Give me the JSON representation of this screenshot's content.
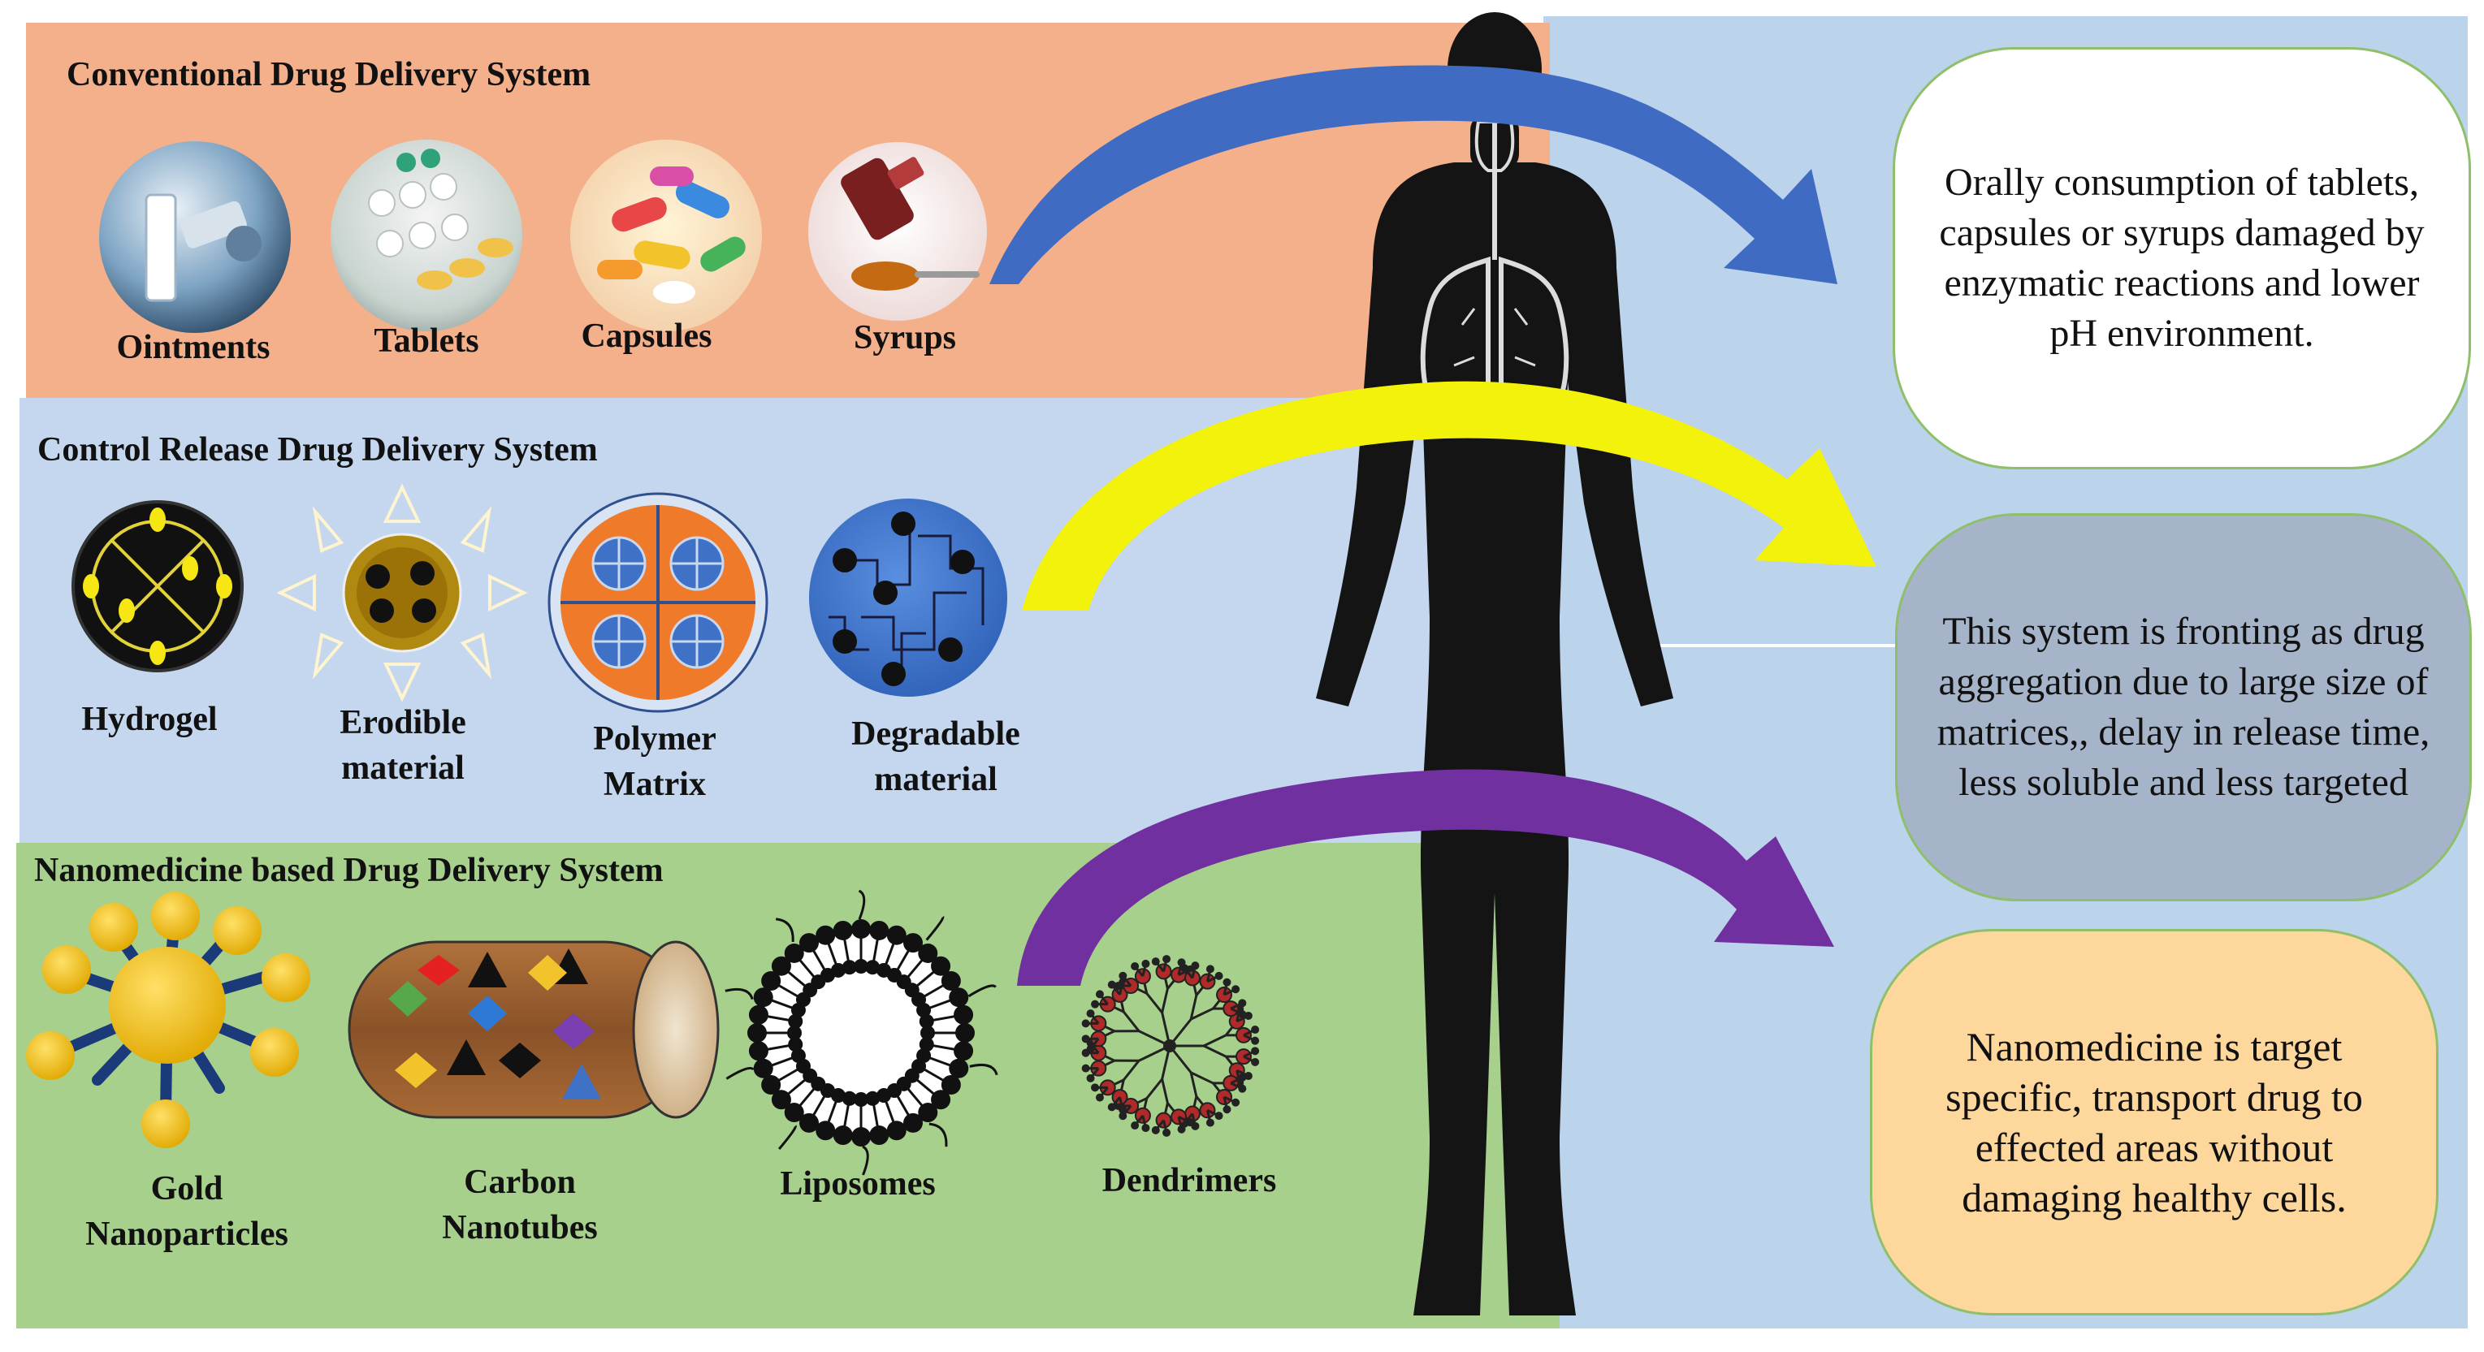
{
  "sections": {
    "conventional": {
      "title": "Conventional Drug Delivery System",
      "items": [
        "Ointments",
        "Tablets",
        "Capsules",
        "Syrups"
      ]
    },
    "control_release": {
      "title": "Control Release Drug Delivery System",
      "items": [
        "Hydrogel",
        "Erodible\nmaterial",
        "Polymer\nMatrix",
        "Degradable\nmaterial"
      ]
    },
    "nanomedicine": {
      "title": "Nanomedicine based Drug Delivery System",
      "items": [
        "Gold\nNanoparticles",
        "Carbon\nNanotubes",
        "Liposomes",
        "Dendrimers"
      ]
    }
  },
  "outcomes": {
    "conventional": "Orally consumption of tablets, capsules or syrups damaged by enzymatic reactions and lower pH environment.",
    "control_release": "This system is fronting as drug aggregation due to large size of matrices,, delay in release time, less soluble and less targeted",
    "nanomedicine": "Nanomedicine is target specific, transport drug to effected areas without damaging healthy cells."
  },
  "colors": {
    "conventional_bg": "#f3b08a",
    "control_bg": "#c4d7ee",
    "nano_bg": "#a8d08d",
    "right_bg": "#bcd3ec",
    "arrow_blue": "#3f6cc2",
    "arrow_yellow": "#f2f20a",
    "arrow_purple": "#7030a0"
  },
  "icons": [
    "ointment-photo-icon",
    "tablets-photo-icon",
    "capsules-photo-icon",
    "syrup-photo-icon",
    "hydrogel-icon",
    "erodible-material-icon",
    "polymer-matrix-icon",
    "degradable-material-icon",
    "gold-nanoparticle-icon",
    "carbon-nanotube-icon",
    "liposome-icon",
    "dendrimer-icon",
    "human-body-icon"
  ]
}
